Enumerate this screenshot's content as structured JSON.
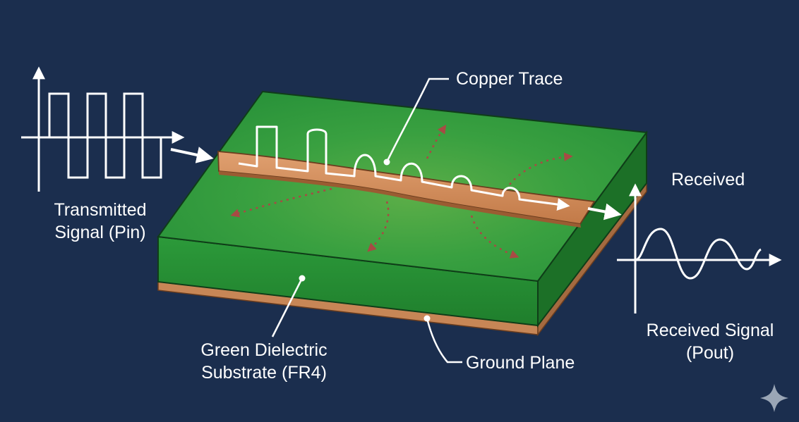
{
  "labels": {
    "copper_trace": "Copper Trace",
    "transmitted_line1": "Transmitted",
    "transmitted_line2": "Signal (Pin)",
    "received_top": "Received",
    "received_line1": "Received Signal",
    "received_line2": "(Pout)",
    "substrate_line1": "Green Dielectric",
    "substrate_line2": "Substrate (FR4)",
    "ground_plane": "Ground Plane"
  },
  "colors": {
    "background": "#1b2e4e",
    "board_top": "#2f9c3e",
    "board_front": "#24892f",
    "board_side": "#1b6e25",
    "copper": "#d08a5a",
    "arrows": "#b0504a",
    "lines": "#ffffff"
  },
  "icons": [
    "sparkle-icon"
  ]
}
